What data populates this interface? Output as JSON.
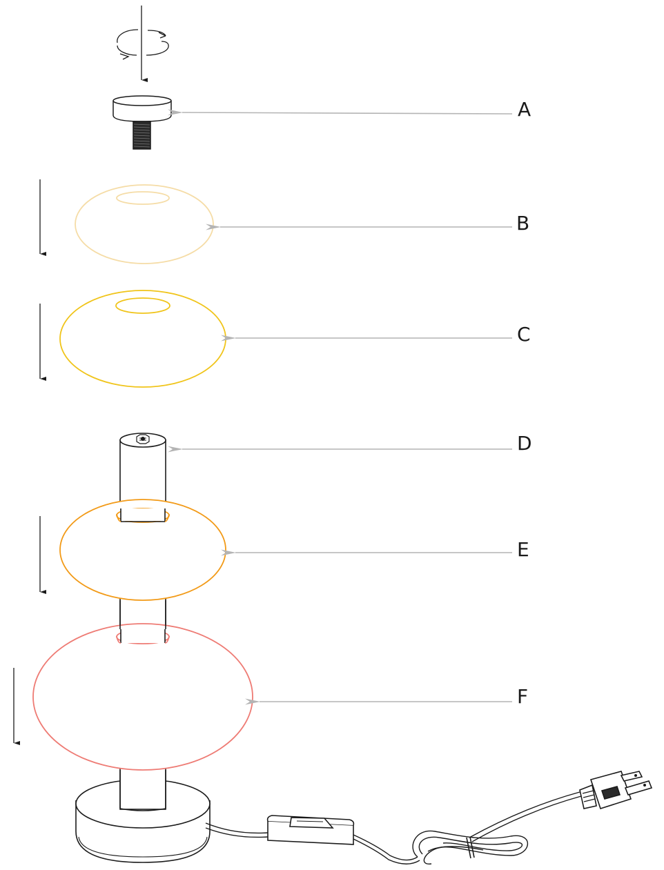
{
  "parts": [
    {
      "id": "A",
      "label": "A",
      "name": "top-finial-knob"
    },
    {
      "id": "B",
      "label": "B",
      "name": "glass-shade-top",
      "color": "#f5dca6"
    },
    {
      "id": "C",
      "label": "C",
      "name": "glass-shade-upper",
      "color": "#f0c419"
    },
    {
      "id": "D",
      "label": "D",
      "name": "center-rod-with-nut"
    },
    {
      "id": "E",
      "label": "E",
      "name": "glass-shade-middle",
      "color": "#f29a17"
    },
    {
      "id": "F",
      "label": "F",
      "name": "glass-shade-bottom",
      "color": "#ee7b74"
    }
  ],
  "colors": {
    "line": "#1a1a1a",
    "leader": "#b4b4b4"
  },
  "icons": [
    "rotate-arrow-icon",
    "down-arrow-icon",
    "power-plug-icon",
    "inline-switch-icon"
  ]
}
